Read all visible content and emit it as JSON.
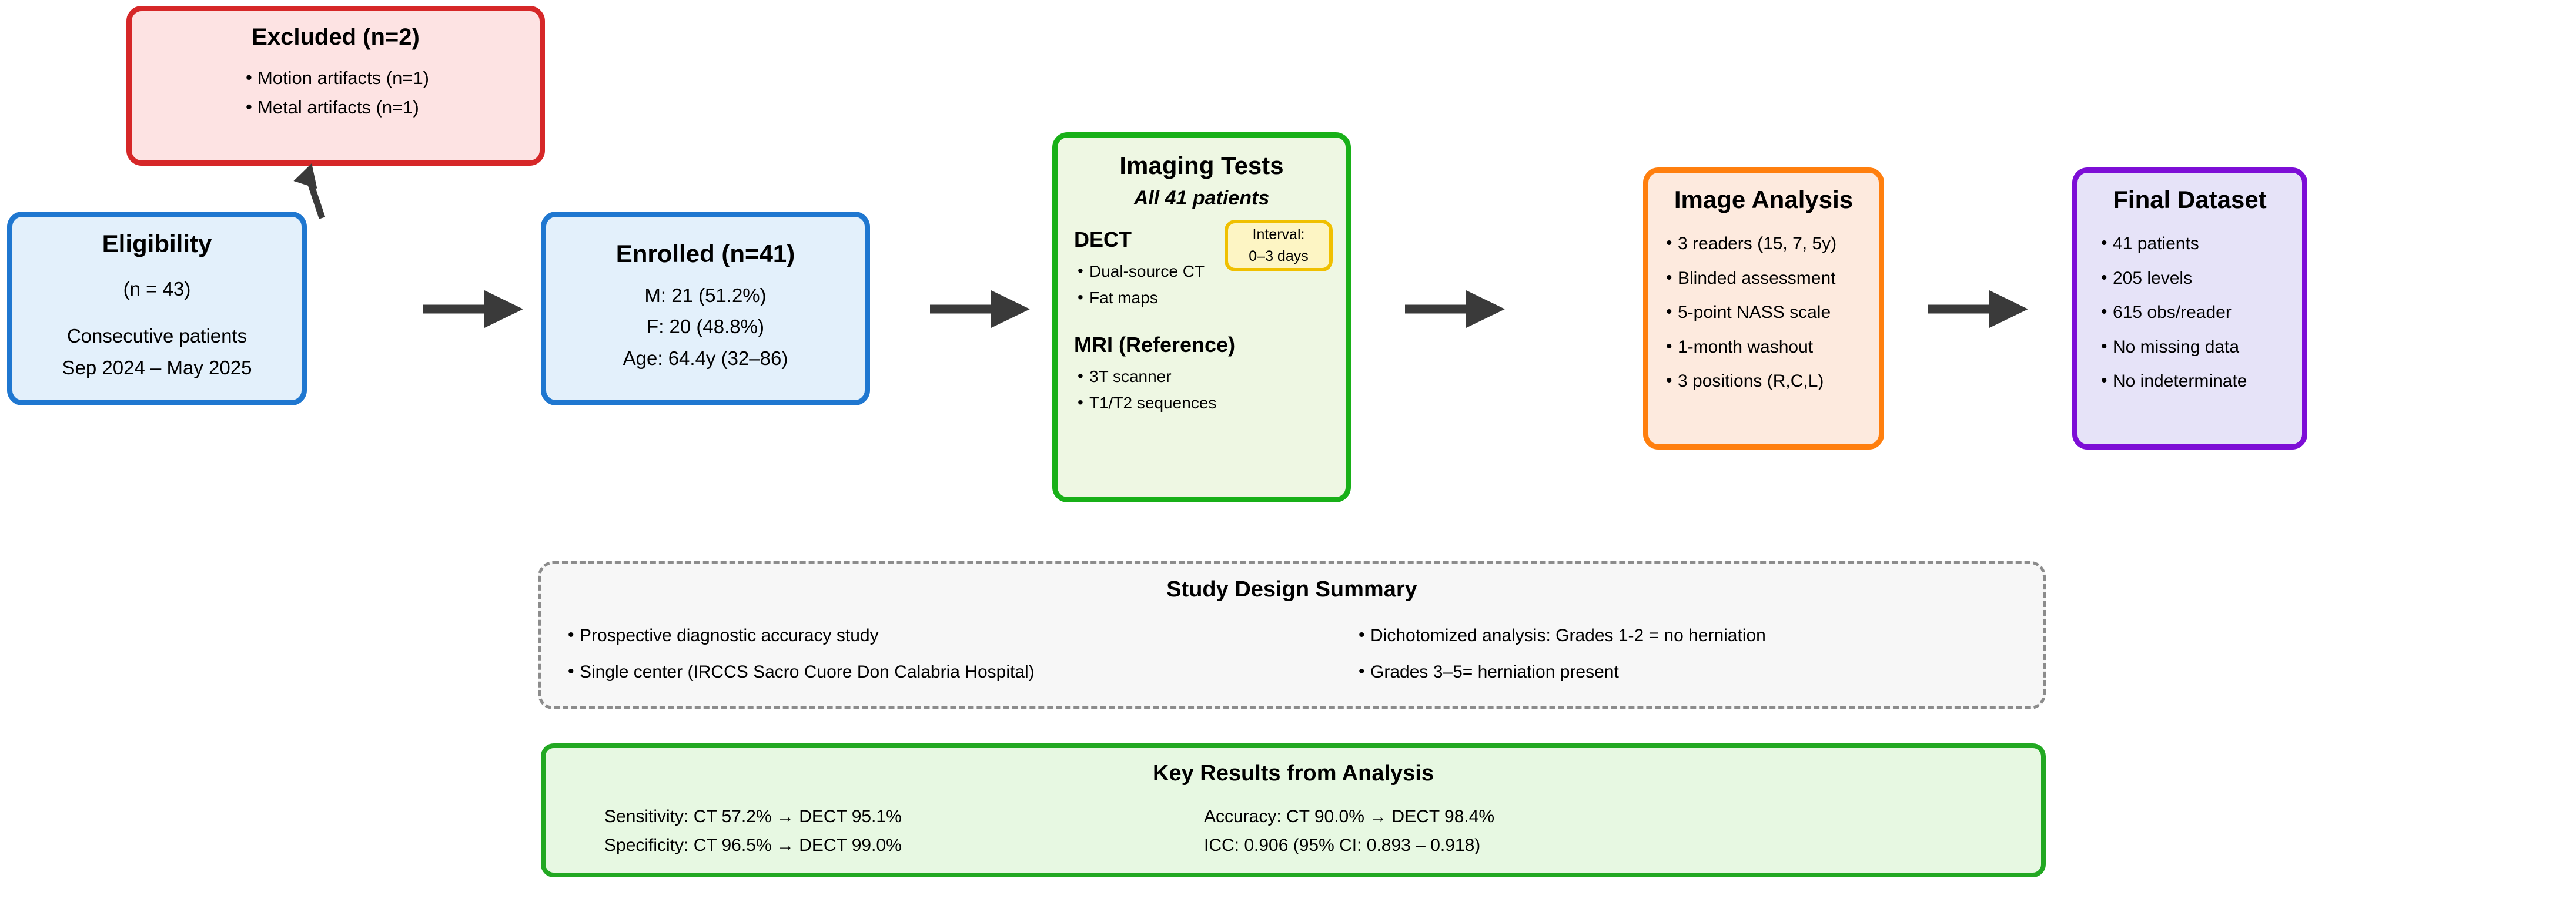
{
  "excluded": {
    "title": "Excluded (n=2)",
    "items": [
      "Motion artifacts (n=1)",
      "Metal artifacts (n=1)"
    ],
    "border_color": "#d62728",
    "fill_color": "#fde3e3"
  },
  "eligibility": {
    "title": "Eligibility",
    "lines": [
      "(n = 43)",
      "Consecutive patients",
      "Sep 2024 – May 2025"
    ],
    "border_color": "#1f77d0",
    "fill_color": "#e3f0fb"
  },
  "enrolled": {
    "title": "Enrolled (n=41)",
    "lines": [
      "M: 21 (51.2%)",
      "F: 20 (48.8%)",
      "Age: 64.4y (32–86)"
    ],
    "border_color": "#1f77d0",
    "fill_color": "#e3f0fb"
  },
  "imaging": {
    "title": "Imaging Tests",
    "subtitle": "All 41 patients",
    "dect_heading": "DECT",
    "dect_items": [
      "Dual-source CT",
      "Fat maps"
    ],
    "mri_heading": "MRI (Reference)",
    "mri_items": [
      "3T scanner",
      "T1/T2 sequences"
    ],
    "interval_label": "Interval:",
    "interval_value": "0–3 days",
    "border_color": "#18b018",
    "fill_color": "#eef7e3",
    "interval_border_color": "#f0c000",
    "interval_fill_color": "#fdf5c4"
  },
  "analysis": {
    "title": "Image Analysis",
    "items": [
      "3 readers (15, 7, 5y)",
      "Blinded assessment",
      "5-point NASS scale",
      "1-month washout",
      "3 positions (R,C,L)"
    ],
    "border_color": "#ff7f0e",
    "fill_color": "#fdeade"
  },
  "final_dataset": {
    "title": "Final Dataset",
    "items": [
      "41 patients",
      "205 levels",
      "615 obs/reader",
      "No missing data",
      "No indeterminate"
    ],
    "border_color": "#7d0ed6",
    "fill_color": "#e6e3f8"
  },
  "study_design": {
    "title": "Study Design Summary",
    "left_items": [
      "Prospective diagnostic accuracy study",
      "Single center (IRCCS Sacro Cuore Don Calabria Hospital)"
    ],
    "right_items": [
      "Dichotomized analysis: Grades 1-2 = no herniation",
      "Grades 3–5= herniation present"
    ],
    "border_color": "#8c8c8c",
    "fill_color": "#f7f7f7"
  },
  "key_results": {
    "title": "Key Results from Analysis",
    "left_lines": [
      "Sensitivity: CT 57.2% → DECT 95.1%",
      "Specificity: CT 96.5% → DECT 99.0%"
    ],
    "right_lines": [
      "Accuracy: CT 90.0% → DECT 98.4%",
      "ICC: 0.906 (95% CI: 0.893 – 0.918)"
    ],
    "border_color": "#22a822",
    "fill_color": "#e7f8e2"
  },
  "arrows": {
    "color": "#3a3a3a",
    "labels": {
      "eligibility_to_excluded": "excluded-arrow",
      "eligibility_to_enrolled": "flow-arrow-1",
      "enrolled_to_imaging": "flow-arrow-2",
      "imaging_to_analysis": "flow-arrow-3",
      "analysis_to_final": "flow-arrow-4"
    }
  }
}
